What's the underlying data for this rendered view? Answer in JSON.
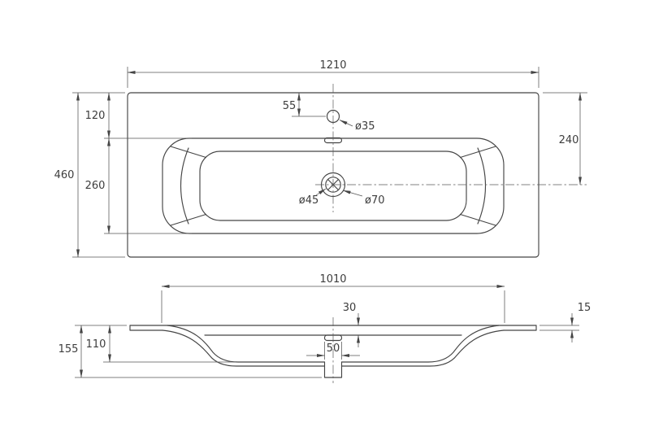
{
  "drawing": {
    "top_view": {
      "overall_width": "1210",
      "overall_depth": "460",
      "deck_depth": "120",
      "basin_depth": "260",
      "rear_to_drain": "240",
      "faucet_offset": "55",
      "faucet_hole": "ø35",
      "drain_hole": "ø45",
      "drain_flange": "ø70"
    },
    "section_view": {
      "basin_width": "1010",
      "rim_to_overflow": "30",
      "edge_height": "15",
      "basin_inner_depth": "110",
      "total_height": "155",
      "overflow_width": "50"
    },
    "colors": {
      "line": "#454545",
      "background": "#ffffff"
    }
  }
}
